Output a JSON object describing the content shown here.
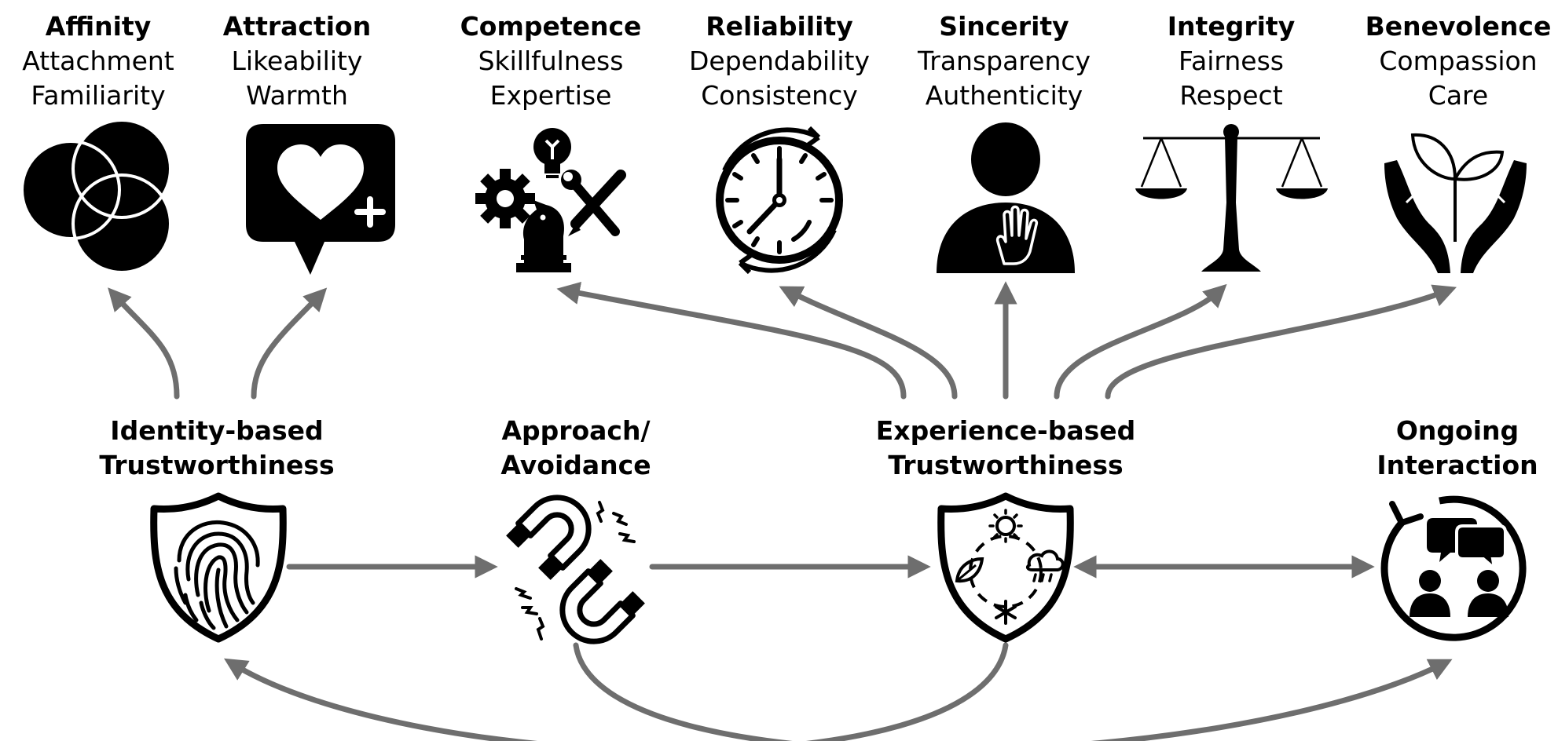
{
  "colors": {
    "ink": "#000000",
    "arrow": "#6e6e6e",
    "background": "#ffffff"
  },
  "qualities": [
    {
      "title": "Affinity",
      "line1": "Attachment",
      "line2": "Familiarity",
      "icon": "venn-circles-icon"
    },
    {
      "title": "Attraction",
      "line1": "Likeability",
      "line2": "Warmth",
      "icon": "heart-speech-bubble-icon"
    },
    {
      "title": "Competence",
      "line1": "Skillfulness",
      "line2": "Expertise",
      "icon": "tools-gear-bulb-icon"
    },
    {
      "title": "Reliability",
      "line1": "Dependability",
      "line2": "Consistency",
      "icon": "clock-cycle-icon"
    },
    {
      "title": "Sincerity",
      "line1": "Transparency",
      "line2": "Authenticity",
      "icon": "person-hand-icon"
    },
    {
      "title": "Integrity",
      "line1": "Fairness",
      "line2": "Respect",
      "icon": "balance-scale-icon"
    },
    {
      "title": "Benevolence",
      "line1": "Compassion",
      "line2": "Care",
      "icon": "hands-sprout-icon"
    }
  ],
  "stages": [
    {
      "line1": "Identity-based",
      "line2": "Trustworthiness",
      "icon": "fingerprint-shield-icon"
    },
    {
      "line1": "Approach/",
      "line2": "Avoidance",
      "icon": "magnets-icon"
    },
    {
      "line1": "Experience-based",
      "line2": "Trustworthiness",
      "icon": "seasons-shield-icon"
    },
    {
      "line1": "Ongoing",
      "line2": "Interaction",
      "icon": "conversation-cycle-icon"
    }
  ]
}
